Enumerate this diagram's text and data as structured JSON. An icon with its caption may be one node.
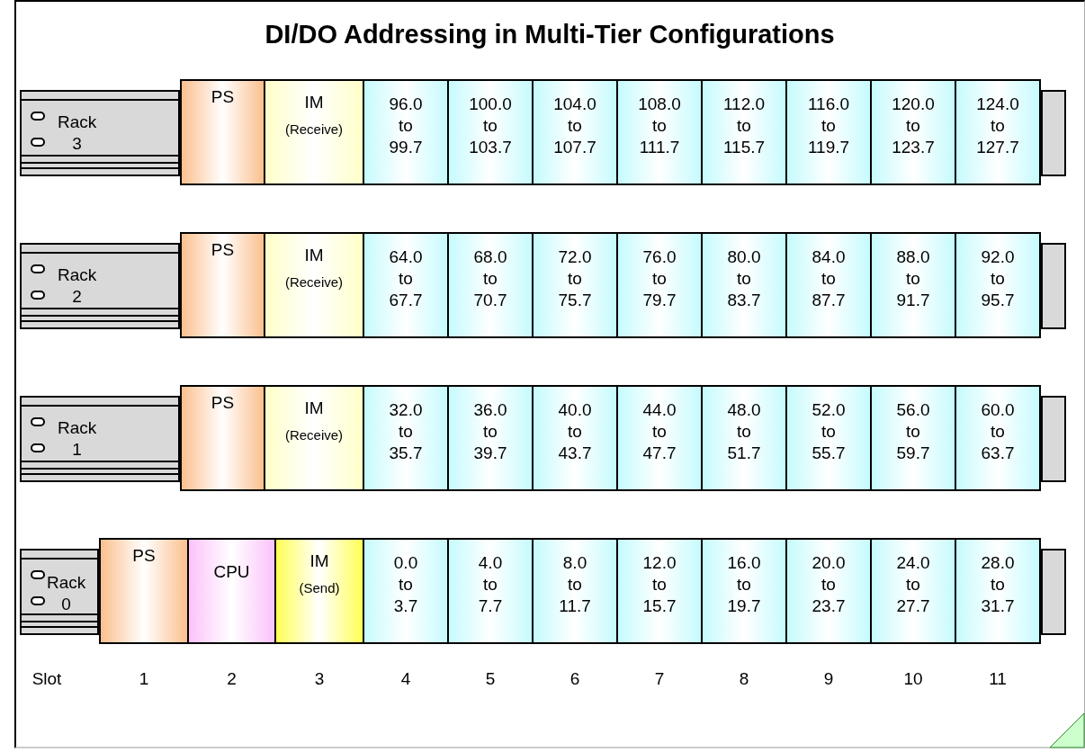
{
  "diagram": {
    "title": "DI/DO Addressing in Multi-Tier Configurations",
    "nodes": [
      {
        "text": [
          "Rack 3"
        ]
      },
      {
        "text": [
          "PS"
        ]
      },
      {
        "text": [
          "IM",
          "(Receive)"
        ]
      },
      {
        "text": [
          "96.0 to 99.7"
        ]
      },
      {
        "text": [
          "100.0 to 103.7"
        ]
      },
      {
        "text": [
          "104.0 to 107.7"
        ]
      },
      {
        "text": [
          "108.0 to 111.7"
        ]
      },
      {
        "text": [
          "112.0 to 115.7"
        ]
      },
      {
        "text": [
          "116.0 to 119.7"
        ]
      },
      {
        "text": [
          "120.0 to 123.7"
        ]
      },
      {
        "text": [
          "124.0 to 127.7"
        ]
      },
      {
        "text": [],
        "shape": "bar"
      },
      {
        "text": [
          "Rack 2"
        ]
      },
      {
        "text": [
          "PS"
        ]
      },
      {
        "text": [
          "IM",
          "(Receive)"
        ]
      },
      {
        "text": [
          "64.0 to 67.7"
        ]
      },
      {
        "text": [
          "68.0 to 70.7"
        ]
      },
      {
        "text": [
          "72.0 to 75.7"
        ]
      },
      {
        "text": [
          "76.0 to 79.7"
        ]
      },
      {
        "text": [
          "80.0 to 83.7"
        ]
      },
      {
        "text": [
          "84.0 to 87.7"
        ]
      },
      {
        "text": [
          "88.0 to 91.7"
        ]
      },
      {
        "text": [
          "92.0 to 95.7"
        ]
      },
      {
        "text": [],
        "shape": "bar"
      },
      {
        "text": [
          "Rack 1"
        ]
      },
      {
        "text": [
          "PS"
        ]
      },
      {
        "text": [
          "IM",
          "(Receive)"
        ]
      },
      {
        "text": [
          "32.0 to 35.7"
        ]
      },
      {
        "text": [
          "36.0 to 39.7"
        ]
      },
      {
        "text": [
          "40.0 to 43.7"
        ]
      },
      {
        "text": [
          "44.0 to 47.7"
        ]
      },
      {
        "text": [
          "48.0 to 51.7"
        ]
      },
      {
        "text": [
          "52.0 to 55.7"
        ]
      },
      {
        "text": [
          "56.0 to 59.7"
        ]
      },
      {
        "text": [
          "60.0 to 63.7"
        ]
      },
      {
        "text": [],
        "shape": "bar"
      },
      {
        "text": [
          "Rack 0"
        ]
      },
      {
        "text": [
          "PS"
        ]
      },
      {
        "text": [
          "CPU"
        ]
      },
      {
        "text": [
          "IM",
          "(Send)"
        ]
      },
      {
        "text": [
          "0.0 to 3.7"
        ]
      },
      {
        "text": [
          "4.0 to 7.7"
        ]
      },
      {
        "text": [
          "8.0 to 11.7"
        ]
      },
      {
        "text": [
          "12.0 to 15.7"
        ]
      },
      {
        "text": [
          "16.0 to 19.7"
        ]
      },
      {
        "text": [
          "20.0 to 23.7"
        ]
      },
      {
        "text": [
          "24.0 to 27.7"
        ]
      },
      {
        "text": [
          "28.0 to 31.7"
        ]
      },
      {
        "text": [],
        "shape": "bar"
      }
    ],
    "edges": [],
    "labels": [
      "Slot",
      "1",
      "2",
      "3",
      "4",
      "5",
      "6",
      "7",
      "8",
      "9",
      "10",
      "11"
    ]
  }
}
